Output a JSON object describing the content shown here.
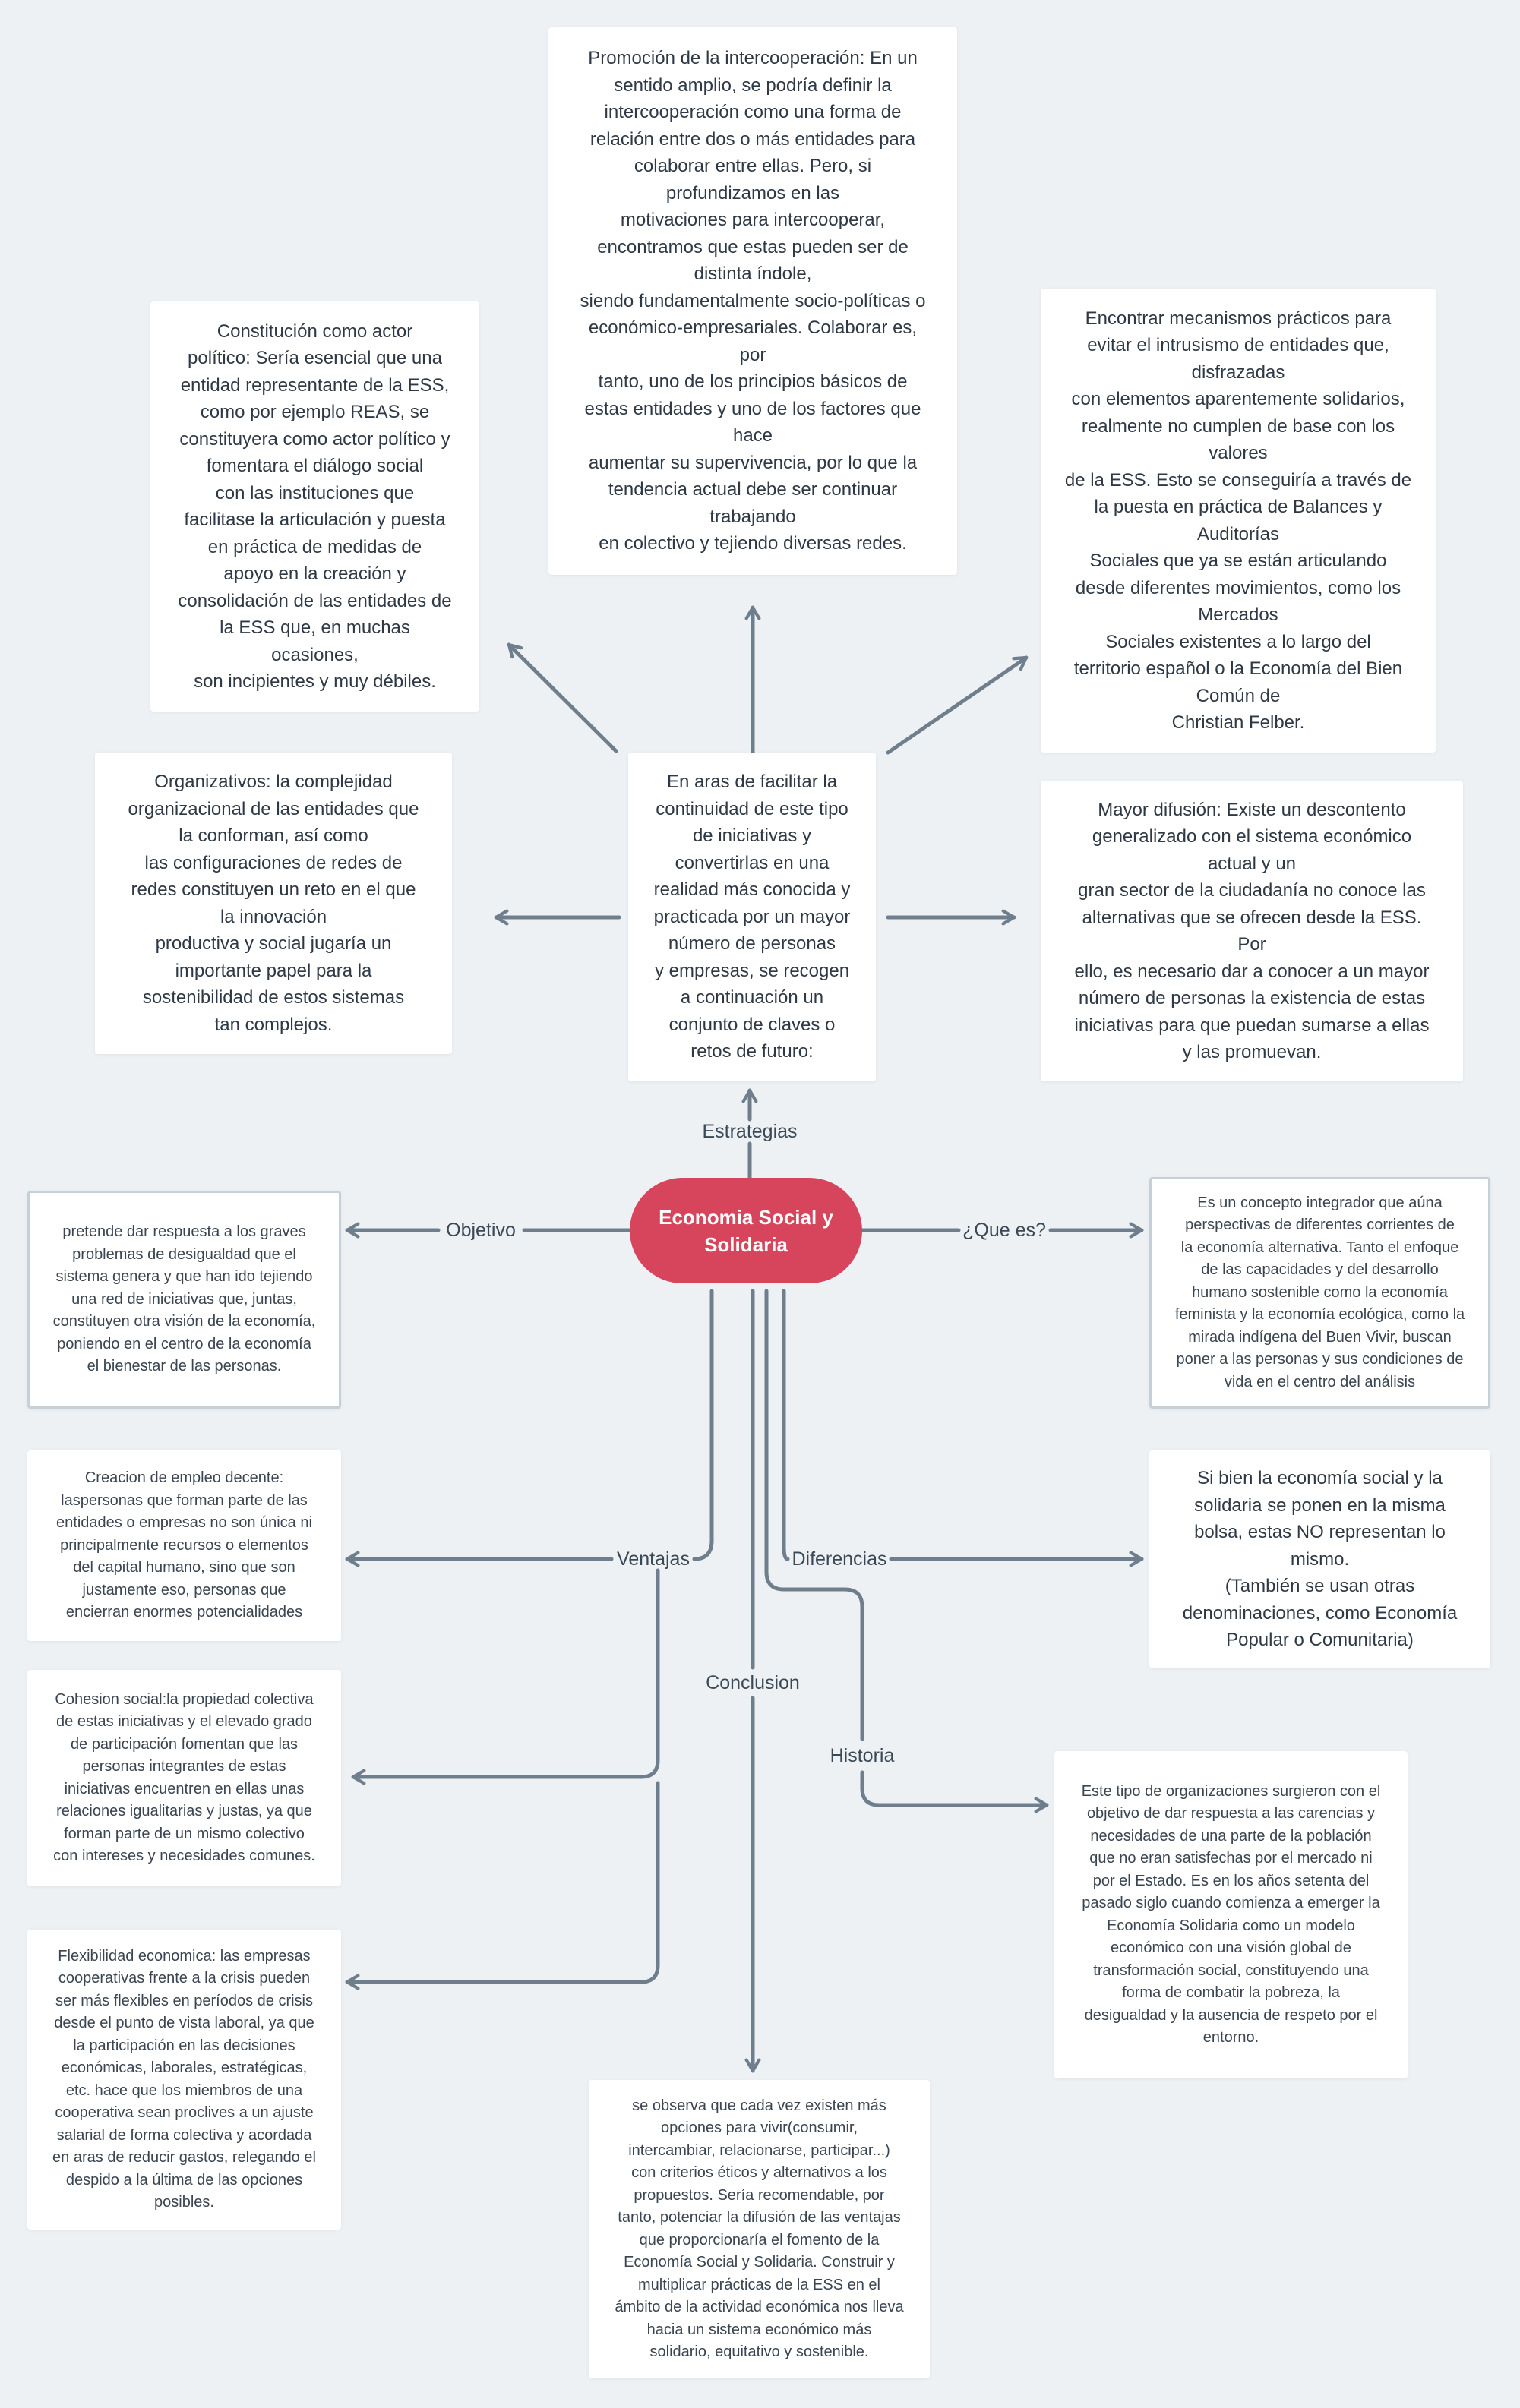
{
  "theme": {
    "background": "#edf1f4",
    "central_node": "#d6455c",
    "connector": "#6e7e8d",
    "box": "#ffffff",
    "box_border": "#c6d0d9",
    "text": "#2e3945"
  },
  "center": {
    "title": "Economia Social y\nSolidaria"
  },
  "estrategias": {
    "label": "Estrategias",
    "intro": "En aras de facilitar la\ncontinuidad de este tipo\nde iniciativas y\nconvertirlas en una\nrealidad más conocida y\npracticada por un mayor\nnúmero de personas\ny empresas, se recogen\na continuación un\nconjunto de claves o\nretos de futuro:",
    "claves": {
      "intercooperacion": "Promoción de la intercooperación: En un\nsentido amplio, se podría definir la\nintercooperación como una forma de\nrelación entre dos o más entidades para\ncolaborar entre ellas. Pero, si\nprofundizamos en las\nmotivaciones para intercooperar,\nencontramos que estas pueden ser de\ndistinta índole,\nsiendo fundamentalmente socio-políticas o\neconómico-empresariales. Colaborar es,\npor\ntanto, uno de los principios básicos de\nestas entidades y uno de los factores que\nhace\naumentar su supervivencia, por lo que la\ntendencia actual debe ser continuar\ntrabajando\nen colectivo y tejiendo diversas redes.",
      "actor_politico": "Constitución como actor\npolítico: Sería esencial que una\nentidad representante de la ESS,\ncomo por ejemplo REAS, se\nconstituyera como actor político y\nfomentara el diálogo social\ncon las instituciones que\nfacilitase la articulación y puesta\nen práctica de medidas de\napoyo en la creación y\nconsolidación de las entidades de\nla ESS que, en muchas\nocasiones,\nson incipientes y muy débiles.",
      "intrusismo": "Encontrar mecanismos prácticos para\nevitar el intrusismo de entidades que,\ndisfrazadas\ncon elementos aparentemente solidarios,\nrealmente no cumplen de base con los\nvalores\nde la ESS. Esto se conseguiría a través de\nla puesta en práctica de Balances y\nAuditorías\nSociales que ya se están articulando\ndesde diferentes movimientos, como los\nMercados\nSociales existentes a lo largo del\nterritorio español o la Economía del Bien\nComún de\nChristian Felber.",
      "organizativos": "Organizativos: la complejidad\norganizacional de las entidades que\nla conforman, así como\nlas configuraciones de redes de\nredes constituyen un reto en el que\nla innovación\nproductiva y social jugaría un\nimportante papel para la\nsostenibilidad de estos sistemas\ntan complejos.",
      "difusion": "Mayor difusión: Existe un descontento\ngeneralizado con el sistema económico\nactual y un\ngran sector de la ciudadanía no conoce las\nalternativas que se ofrecen desde la ESS.\nPor\nello, es necesario dar a conocer a un mayor\nnúmero de personas la existencia de estas\niniciativas para que puedan sumarse a ellas\ny las promuevan."
    }
  },
  "objetivo": {
    "label": "Objetivo",
    "text": "pretende dar respuesta a los graves\nproblemas de desigualdad que el\nsistema genera y que han ido tejiendo\nuna red de iniciativas que, juntas,\nconstituyen otra visión de la economía,\nponiendo en el centro de la economía\nel bienestar de las personas."
  },
  "que_es": {
    "label": "¿Que es?",
    "text": "Es un concepto integrador que aúna\nperspectivas de diferentes corrientes de\nla economía alternativa. Tanto el enfoque\nde las capacidades y del desarrollo\nhumano sostenible como la economía\nfeminista y la economía ecológica, como la\nmirada indígena del Buen Vivir, buscan\nponer a las personas y sus condiciones de\nvida en el centro del análisis"
  },
  "ventajas": {
    "label": "Ventajas",
    "items": [
      "Creacion de empleo decente:\nlaspersonas que forman parte de las\nentidades o empresas no son única ni\nprincipalmente recursos o elementos\ndel capital humano, sino que son\njustamente eso, personas que\nencierran enormes potencialidades",
      "Cohesion social:la propiedad colectiva\nde estas iniciativas y el elevado grado\nde participación fomentan que las\npersonas integrantes de estas\niniciativas encuentren en ellas unas\nrelaciones igualitarias y justas, ya que\nforman parte de un mismo colectivo\ncon intereses y necesidades comunes.",
      "Flexibilidad economica: las empresas\ncooperativas frente a la crisis pueden\nser más flexibles en períodos de crisis\ndesde el punto de vista laboral, ya que\nla participación en las decisiones\neconómicas, laborales, estratégicas,\netc. hace que los miembros de una\ncooperativa sean proclives a un ajuste\nsalarial de forma colectiva y acordada\nen aras de reducir gastos, relegando el\ndespido a la última de las opciones\nposibles."
    ]
  },
  "diferencias": {
    "label": "Diferencias",
    "text": "Si bien la economía social y la\nsolidaria se ponen en la misma\nbolsa, estas NO representan lo\nmismo.\n(También se usan otras\ndenominaciones, como Economía\nPopular o Comunitaria)"
  },
  "conclusion": {
    "label": "Conclusion",
    "text": "se observa que cada vez existen más\nopciones para vivir(consumir,\nintercambiar, relacionarse, participar...)\ncon criterios éticos y alternativos a los\npropuestos. Sería recomendable, por\ntanto, potenciar la difusión de las ventajas\nque proporcionaría el fomento de la\nEconomía Social y Solidaria. Construir y\nmultiplicar prácticas de la ESS en el\námbito de la actividad económica nos lleva\nhacia un sistema económico más\nsolidario, equitativo y sostenible."
  },
  "historia": {
    "label": "Historia",
    "text": "Este tipo de organizaciones surgieron con el\nobjetivo de dar respuesta a las carencias y\nnecesidades de una parte de la población\nque no eran satisfechas por el mercado ni\npor el Estado. Es en los años setenta del\npasado siglo cuando comienza a emerger la\nEconomía Solidaria como un modelo\neconómico con una visión global de\ntransformación social, constituyendo una\nforma de combatir la pobreza, la\ndesigualdad y la ausencia de respeto por el\nentorno."
  }
}
